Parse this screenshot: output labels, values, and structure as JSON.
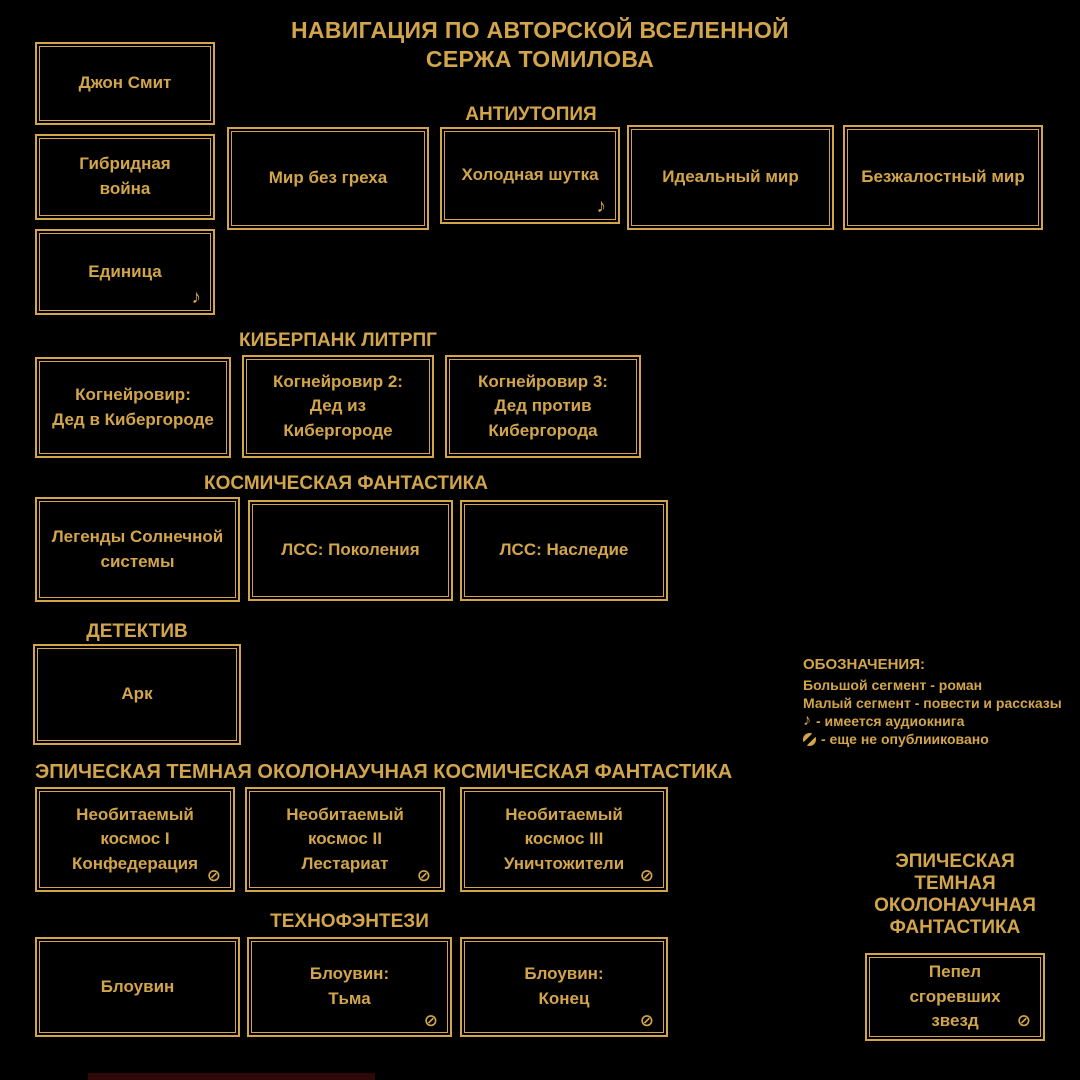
{
  "colors": {
    "background": "#000000",
    "gold": "#d2a54c"
  },
  "title": {
    "line1": "НАВИГАЦИЯ ПО АВТОРСКОЙ ВСЕЛЕННОЙ",
    "line2": "СЕРЖА ТОМИЛОВА"
  },
  "sections": [
    {
      "books": [
        {
          "label": "Джон Смит"
        },
        {
          "label": "Гибридная\nвойна"
        },
        {
          "label": "Единица",
          "marker": "♪"
        }
      ]
    },
    {
      "header": "АНТИУТОПИЯ",
      "books": [
        {
          "label": "Мир без греха"
        },
        {
          "label": "Холодная шутка",
          "marker": "♪"
        },
        {
          "label": "Идеальный мир"
        },
        {
          "label": "Безжалостный мир"
        }
      ]
    },
    {
      "header": "КИБЕРПАНК ЛИТРПГ",
      "books": [
        {
          "label": "Когнейровир:\nДед в Кибергороде"
        },
        {
          "label": "Когнейровир 2:\nДед из\nКибергороде"
        },
        {
          "label": "Когнейровир 3:\nДед против\nКибергорода"
        }
      ]
    },
    {
      "header": "КОСМИЧЕСКАЯ ФАНТАСТИКА",
      "books": [
        {
          "label": "Легенды Солнечной\nсистемы"
        },
        {
          "label": "ЛСС: Поколения"
        },
        {
          "label": "ЛСС: Наследие"
        }
      ]
    },
    {
      "header": "ДЕТЕКТИВ",
      "books": [
        {
          "label": "Арк"
        }
      ]
    },
    {
      "header": "ЭПИЧЕСКАЯ ТЕМНАЯ ОКОЛОНАУЧНАЯ КОСМИЧЕСКАЯ ФАНТАСТИКА",
      "books": [
        {
          "label": "Необитаемый\nкосмос I\nКонфедерация",
          "marker": "⊘"
        },
        {
          "label": "Необитаемый\nкосмос II\nЛестариат",
          "marker": "⊘"
        },
        {
          "label": "Необитаемый\nкосмос III\nУничтожители",
          "marker": "⊘"
        }
      ]
    },
    {
      "header": "ТЕХНОФЭНТЕЗИ",
      "books": [
        {
          "label": "Блоувин"
        },
        {
          "label": "Блоувин:\nТьма",
          "marker": "⊘"
        },
        {
          "label": "Блоувин:\nКонец",
          "marker": "⊘"
        }
      ]
    },
    {
      "header": "ЭПИЧЕСКАЯ\nТЕМНАЯ\nОКОЛОНАУЧНАЯ\nФАНТАСТИКА",
      "books": [
        {
          "label": "Пепел\nсгоревших\nзвезд",
          "marker": "⊘"
        }
      ]
    }
  ],
  "legend": {
    "title": "ОБОЗНАЧЕНИЯ:",
    "line1": "Большой сегмент - роман",
    "line2": "Малый сегмент - повести и рассказы",
    "audiobook_glyph": "♪",
    "audiobook_text": "- имеется аудиокнига",
    "unpublished_text": "- еще не опублииковано"
  }
}
